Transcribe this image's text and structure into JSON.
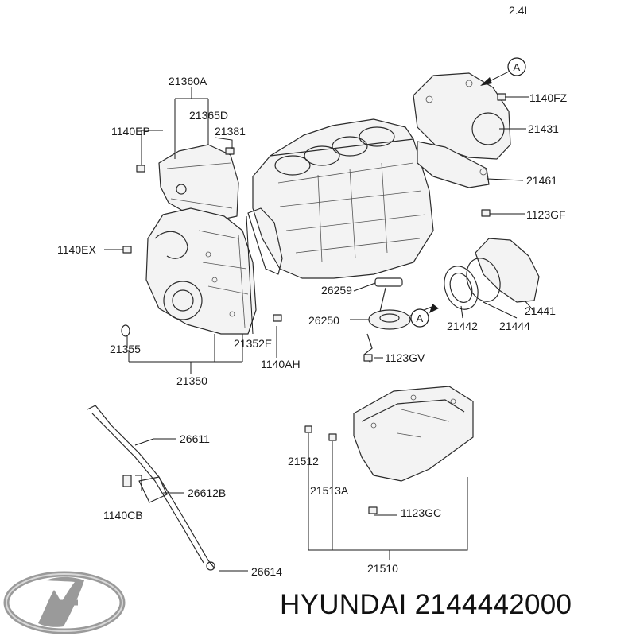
{
  "engine": "2.4L",
  "brand_text": "HYUNDAI 2144442000",
  "colors": {
    "ink": "#1a1a1a",
    "logo_silver": "#9a9a9a"
  },
  "logo_icon": "hyundai-logo",
  "callouts": {
    "a1": "A",
    "a2": "A"
  },
  "labels": {
    "p21360A": "21360A",
    "p21365D": "21365D",
    "p21381": "21381",
    "p1140EP": "1140EP",
    "p1140EX": "1140EX",
    "p21355": "21355",
    "p21352E": "21352E",
    "p1140AH": "1140AH",
    "p21350": "21350",
    "p1140FZ": "1140FZ",
    "p21431": "21431",
    "p21461": "21461",
    "p1123GF": "1123GF",
    "p26259": "26259",
    "p26250": "26250",
    "p1123GV": "1123GV",
    "p21442": "21442",
    "p21444": "21444",
    "p21441": "21441",
    "p26611": "26611",
    "p26612B": "26612B",
    "p1140CB": "1140CB",
    "p26614": "26614",
    "p21512": "21512",
    "p21513A": "21513A",
    "p1123GC": "1123GC",
    "p21510": "21510"
  }
}
